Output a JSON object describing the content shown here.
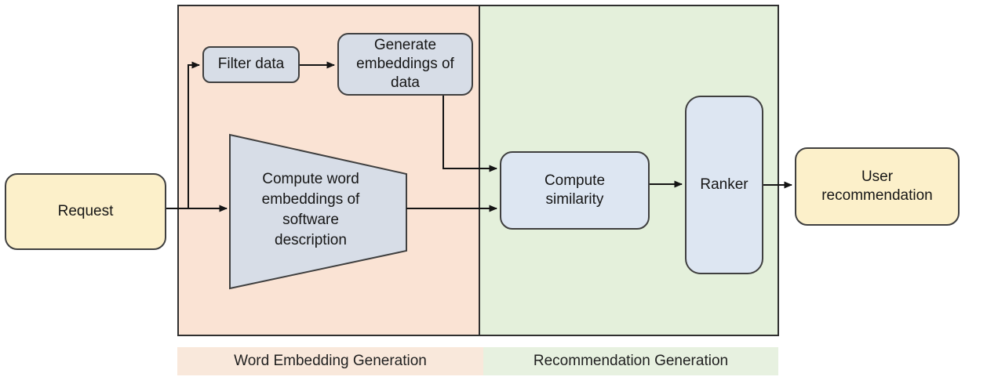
{
  "diagram": {
    "nodes": {
      "request": {
        "label": "Request",
        "shape": "rounded-rect",
        "fill": "#fcf0ca"
      },
      "filter_data": {
        "label": "Filter data",
        "shape": "rounded-rect",
        "fill": "#d7dde7"
      },
      "generate_embeddings": {
        "label": "Generate embeddings of data",
        "shape": "rounded-rect",
        "fill": "#d7dde7"
      },
      "compute_word_embeddings": {
        "label": "Compute word embeddings of software description",
        "shape": "trapezoid",
        "fill": "#d7dde7"
      },
      "compute_similarity": {
        "label": "Compute similarity",
        "shape": "rounded-rect",
        "fill": "#dde6f2"
      },
      "ranker": {
        "label": "Ranker",
        "shape": "rounded-rect",
        "fill": "#dde6f2"
      },
      "user_recommendation": {
        "label": "User recommendation",
        "shape": "rounded-rect",
        "fill": "#fcf0ca"
      }
    },
    "regions": {
      "word_embedding": {
        "label": "Word Embedding Generation",
        "panel_color": "#fae3d4",
        "strip_color": "#f9e8db"
      },
      "recommendation": {
        "label": "Recommendation Generation",
        "panel_color": "#e4f0db",
        "strip_color": "#e7f1e0"
      }
    },
    "edges": [
      {
        "from": "Request",
        "to": "Compute word embeddings of software description"
      },
      {
        "from": "Request",
        "to": "Filter data"
      },
      {
        "from": "Filter data",
        "to": "Generate embeddings of data"
      },
      {
        "from": "Generate embeddings of data",
        "to": "Compute similarity"
      },
      {
        "from": "Compute word embeddings of software description",
        "to": "Compute similarity"
      },
      {
        "from": "Compute similarity",
        "to": "Ranker"
      },
      {
        "from": "Ranker",
        "to": "User recommendation"
      }
    ],
    "colors": {
      "border": "#3f3f3f",
      "panel_border": "#2f2f2f",
      "arrow": "#141414"
    }
  }
}
